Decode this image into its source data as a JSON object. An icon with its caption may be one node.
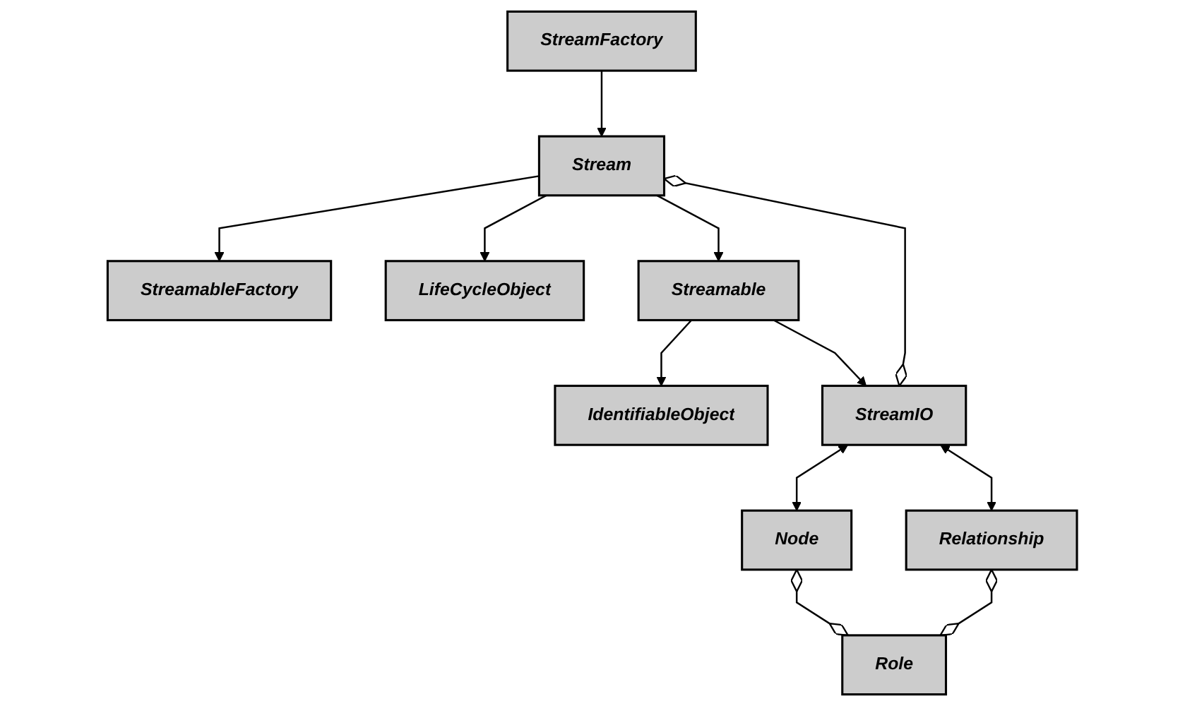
{
  "diagram": {
    "nodes": [
      {
        "text": [
          "StreamableFactory"
        ]
      },
      {
        "text": [
          "LifeCycleObject"
        ]
      },
      {
        "text": [
          "IdentifiableObject"
        ]
      },
      {
        "text": [
          "Stream"
        ]
      },
      {
        "text": [
          "Streamable"
        ]
      },
      {
        "text": [
          "StreamIO"
        ]
      },
      {
        "text": [
          "StreamFactory"
        ]
      },
      {
        "text": [
          "Node"
        ]
      },
      {
        "text": [
          "Relationship"
        ]
      },
      {
        "text": [
          "Role"
        ]
      }
    ],
    "edges": [
      {
        "from": 3,
        "to": 0,
        "arrow": "to"
      },
      {
        "from": 3,
        "to": 1,
        "arrow": "to"
      },
      {
        "from": 4,
        "to": 2,
        "arrow": "to"
      },
      {
        "from": 3,
        "to": 4,
        "arrow": "to"
      },
      {
        "from": 6,
        "to": 3,
        "arrow": "to"
      },
      {
        "from": 3,
        "to": 5,
        "arrow": "other"
      },
      {
        "from": 4,
        "to": 5,
        "arrow": "to"
      },
      {
        "from": 5,
        "to": 7,
        "arrow": "both"
      },
      {
        "from": 5,
        "to": 8,
        "arrow": "both"
      },
      {
        "from": 7,
        "to": 9,
        "arrow": "other"
      },
      {
        "from": 8,
        "to": 9,
        "arrow": "other"
      }
    ]
  }
}
